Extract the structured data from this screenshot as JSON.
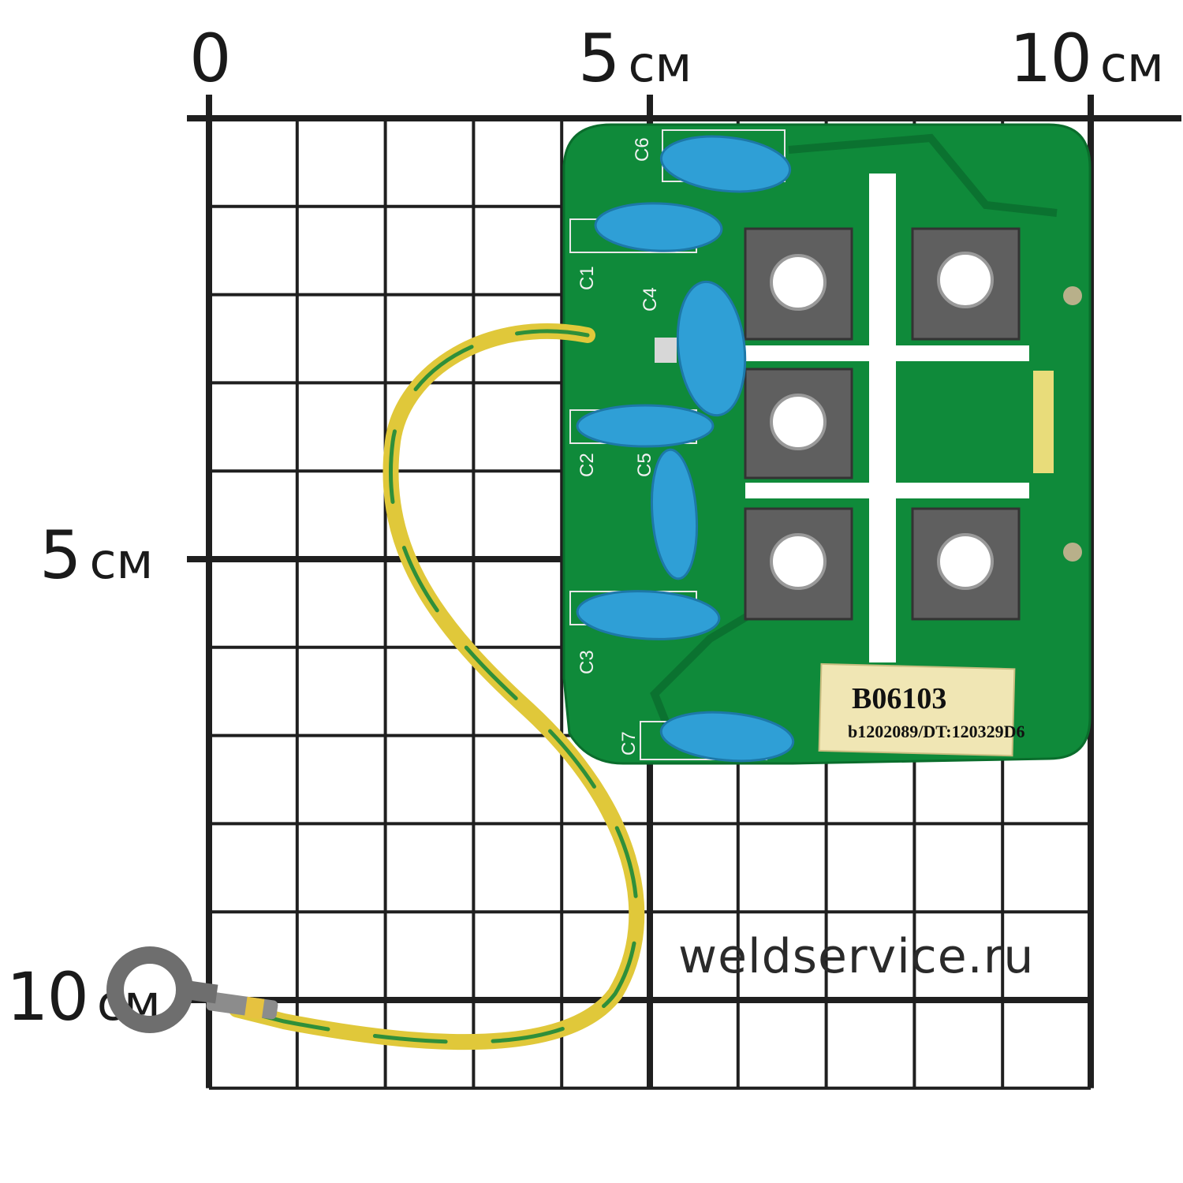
{
  "scale": {
    "top_labels": [
      {
        "num": "0",
        "unit": ""
      },
      {
        "num": "5",
        "unit": "см"
      },
      {
        "num": "10",
        "unit": "см"
      }
    ],
    "left_labels": [
      {
        "num": "5",
        "unit": "см"
      },
      {
        "num": "10",
        "unit": "см"
      }
    ]
  },
  "watermark": "weldservice.ru",
  "board": {
    "silkscreen": [
      "C6",
      "C1",
      "C4",
      "C2",
      "C5",
      "C3",
      "C7"
    ],
    "sticker_line1": "B06103",
    "sticker_line2": "b1202089/DT:120329D6"
  },
  "colors": {
    "grid": "#1f1f1f",
    "pcb": "#0f8a3a",
    "capacitor": "#2f9fd6",
    "wire_yellow": "#e0c83a",
    "wire_green": "#2f8f3a",
    "pad": "#5a5a5a",
    "sticker": "#f0e6b4"
  }
}
